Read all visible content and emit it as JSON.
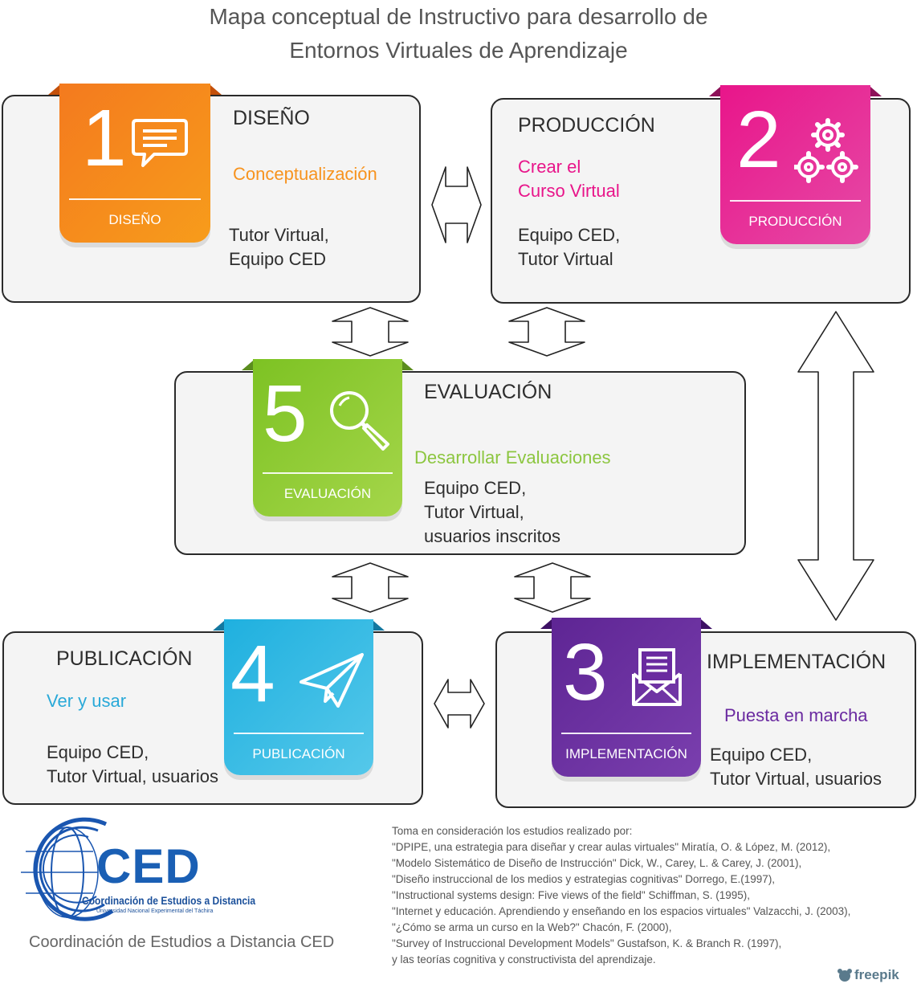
{
  "title": {
    "line1": "Mapa conceptual de Instructivo para desarrollo de",
    "line2": "Entornos Virtuales de Aprendizaje"
  },
  "stages": {
    "diseno": {
      "number": "1",
      "tag": "DISEÑO",
      "title": "DISEÑO",
      "sub": "Conceptualización",
      "actors1": "Tutor Virtual,",
      "actors2": "Equipo CED",
      "color": "#f57c1f",
      "icon": "chat-bubble-icon"
    },
    "produccion": {
      "number": "2",
      "tag": "PRODUCCIÓN",
      "title": "PRODUCCIÓN",
      "sub1": "Crear el",
      "sub2": "Curso Virtual",
      "actors1": "Equipo CED,",
      "actors2": "Tutor Virtual",
      "color": "#e02b8f",
      "icon": "gears-icon"
    },
    "evaluacion": {
      "number": "5",
      "tag": "EVALUACIÓN",
      "title": "EVALUACIÓN",
      "sub": "Desarrollar Evaluaciones",
      "actors1": "Equipo CED,",
      "actors2": "Tutor Virtual,",
      "actors3": "usuarios inscritos",
      "color": "#8cc63f",
      "icon": "magnifier-icon"
    },
    "publicacion": {
      "number": "4",
      "tag": "PUBLICACIÓN",
      "title": "PUBLICACIÓN",
      "sub": "Ver y usar",
      "actors1": "Equipo CED,",
      "actors2": "Tutor Virtual, usuarios",
      "color": "#29b6e0",
      "icon": "paper-plane-icon"
    },
    "implementacion": {
      "number": "3",
      "tag": "IMPLEMENTACIÓN",
      "title": "IMPLEMENTACIÓN",
      "sub": "Puesta en marcha",
      "actors1": "Equipo CED,",
      "actors2": "Tutor Virtual, usuarios",
      "color": "#6a2aa0",
      "icon": "envelope-icon"
    }
  },
  "logo": {
    "acronym": "CED",
    "name": "Coordinación de Estudios a Distancia",
    "university": "Universidad Nacional Experimental del Táchira",
    "caption": "Coordinación de Estudios a Distancia CED"
  },
  "references": {
    "intro": "Toma en consideración los estudios realizado por:",
    "items": [
      "\"DPIPE, una estrategia para diseñar y crear aulas virtuales\" Miratía, O. & López, M. (2012),",
      "\"Modelo Sistemático de Diseño de Instrucción\" Dick, W., Carey, L. & Carey, J. (2001),",
      "\"Diseño instruccional de los medios y estrategias cognitivas\" Dorrego, E.(1997),",
      "\"Instructional systems design: Five views of the field\" Schiffman, S. (1995),",
      "\"Internet y educación. Aprendiendo y enseñando en los espacios virtuales\" Valzacchi, J. (2003),",
      "\"¿Cómo se arma un curso en la Web?\" Chacón, F. (2000),",
      "\"Survey of Instruccional Development Models\" Gustafson, K. & Branch R. (1997),",
      "y las teorías cognitiva y constructivista del aprendizaje."
    ]
  },
  "watermark": "freepik"
}
